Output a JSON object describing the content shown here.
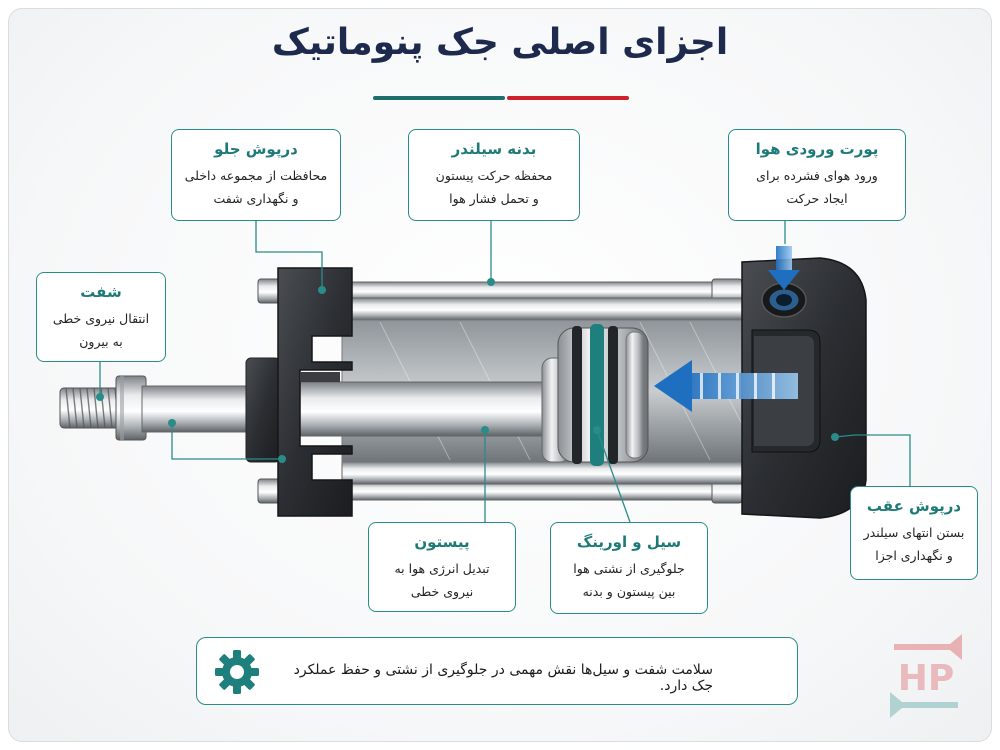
{
  "title": "اجزای اصلی جک پنوماتیک",
  "callouts": {
    "front_cover": {
      "title": "درپوش جلو",
      "desc1": "محافظت از مجموعه داخلی",
      "desc2": "و نگهداری شفت"
    },
    "body": {
      "title": "بدنه سیلندر",
      "desc1": "محفظه حرکت پیستون",
      "desc2": "و تحمل فشار هوا"
    },
    "port": {
      "title": "پورت ورودی هوا",
      "desc1": "ورود هوای فشرده برای",
      "desc2": "ایجاد حرکت"
    },
    "shaft": {
      "title": "شفت",
      "desc1": "انتقال نیروی خطی",
      "desc2": "به بیرون"
    },
    "rear_cover": {
      "title": "درپوش عقب",
      "desc1": "بستن انتهای سیلندر",
      "desc2": "و نگهداری اجزا"
    },
    "piston": {
      "title": "پیستون",
      "desc1": "تبدیل انرژی هوا به",
      "desc2": "نیروی خطی"
    },
    "seal": {
      "title": "سیل و اورینگ",
      "desc1": "جلوگیری از نشتی هوا",
      "desc2": "بین پیستون و بدنه"
    }
  },
  "footer": {
    "text": "سلامت شفت و سیل‌ها نقش مهمی در جلوگیری از نشتی و حفظ عملکرد جک دارد."
  },
  "logo": {
    "text": "HP"
  },
  "colors": {
    "teal": "#1e7a77",
    "red": "#d0202b",
    "navy": "#1d2a4d",
    "air_blue": "#2f86d6"
  },
  "icons": [
    "gear-icon",
    "air-flow-arrow-icon",
    "inlet-arrow-icon"
  ]
}
